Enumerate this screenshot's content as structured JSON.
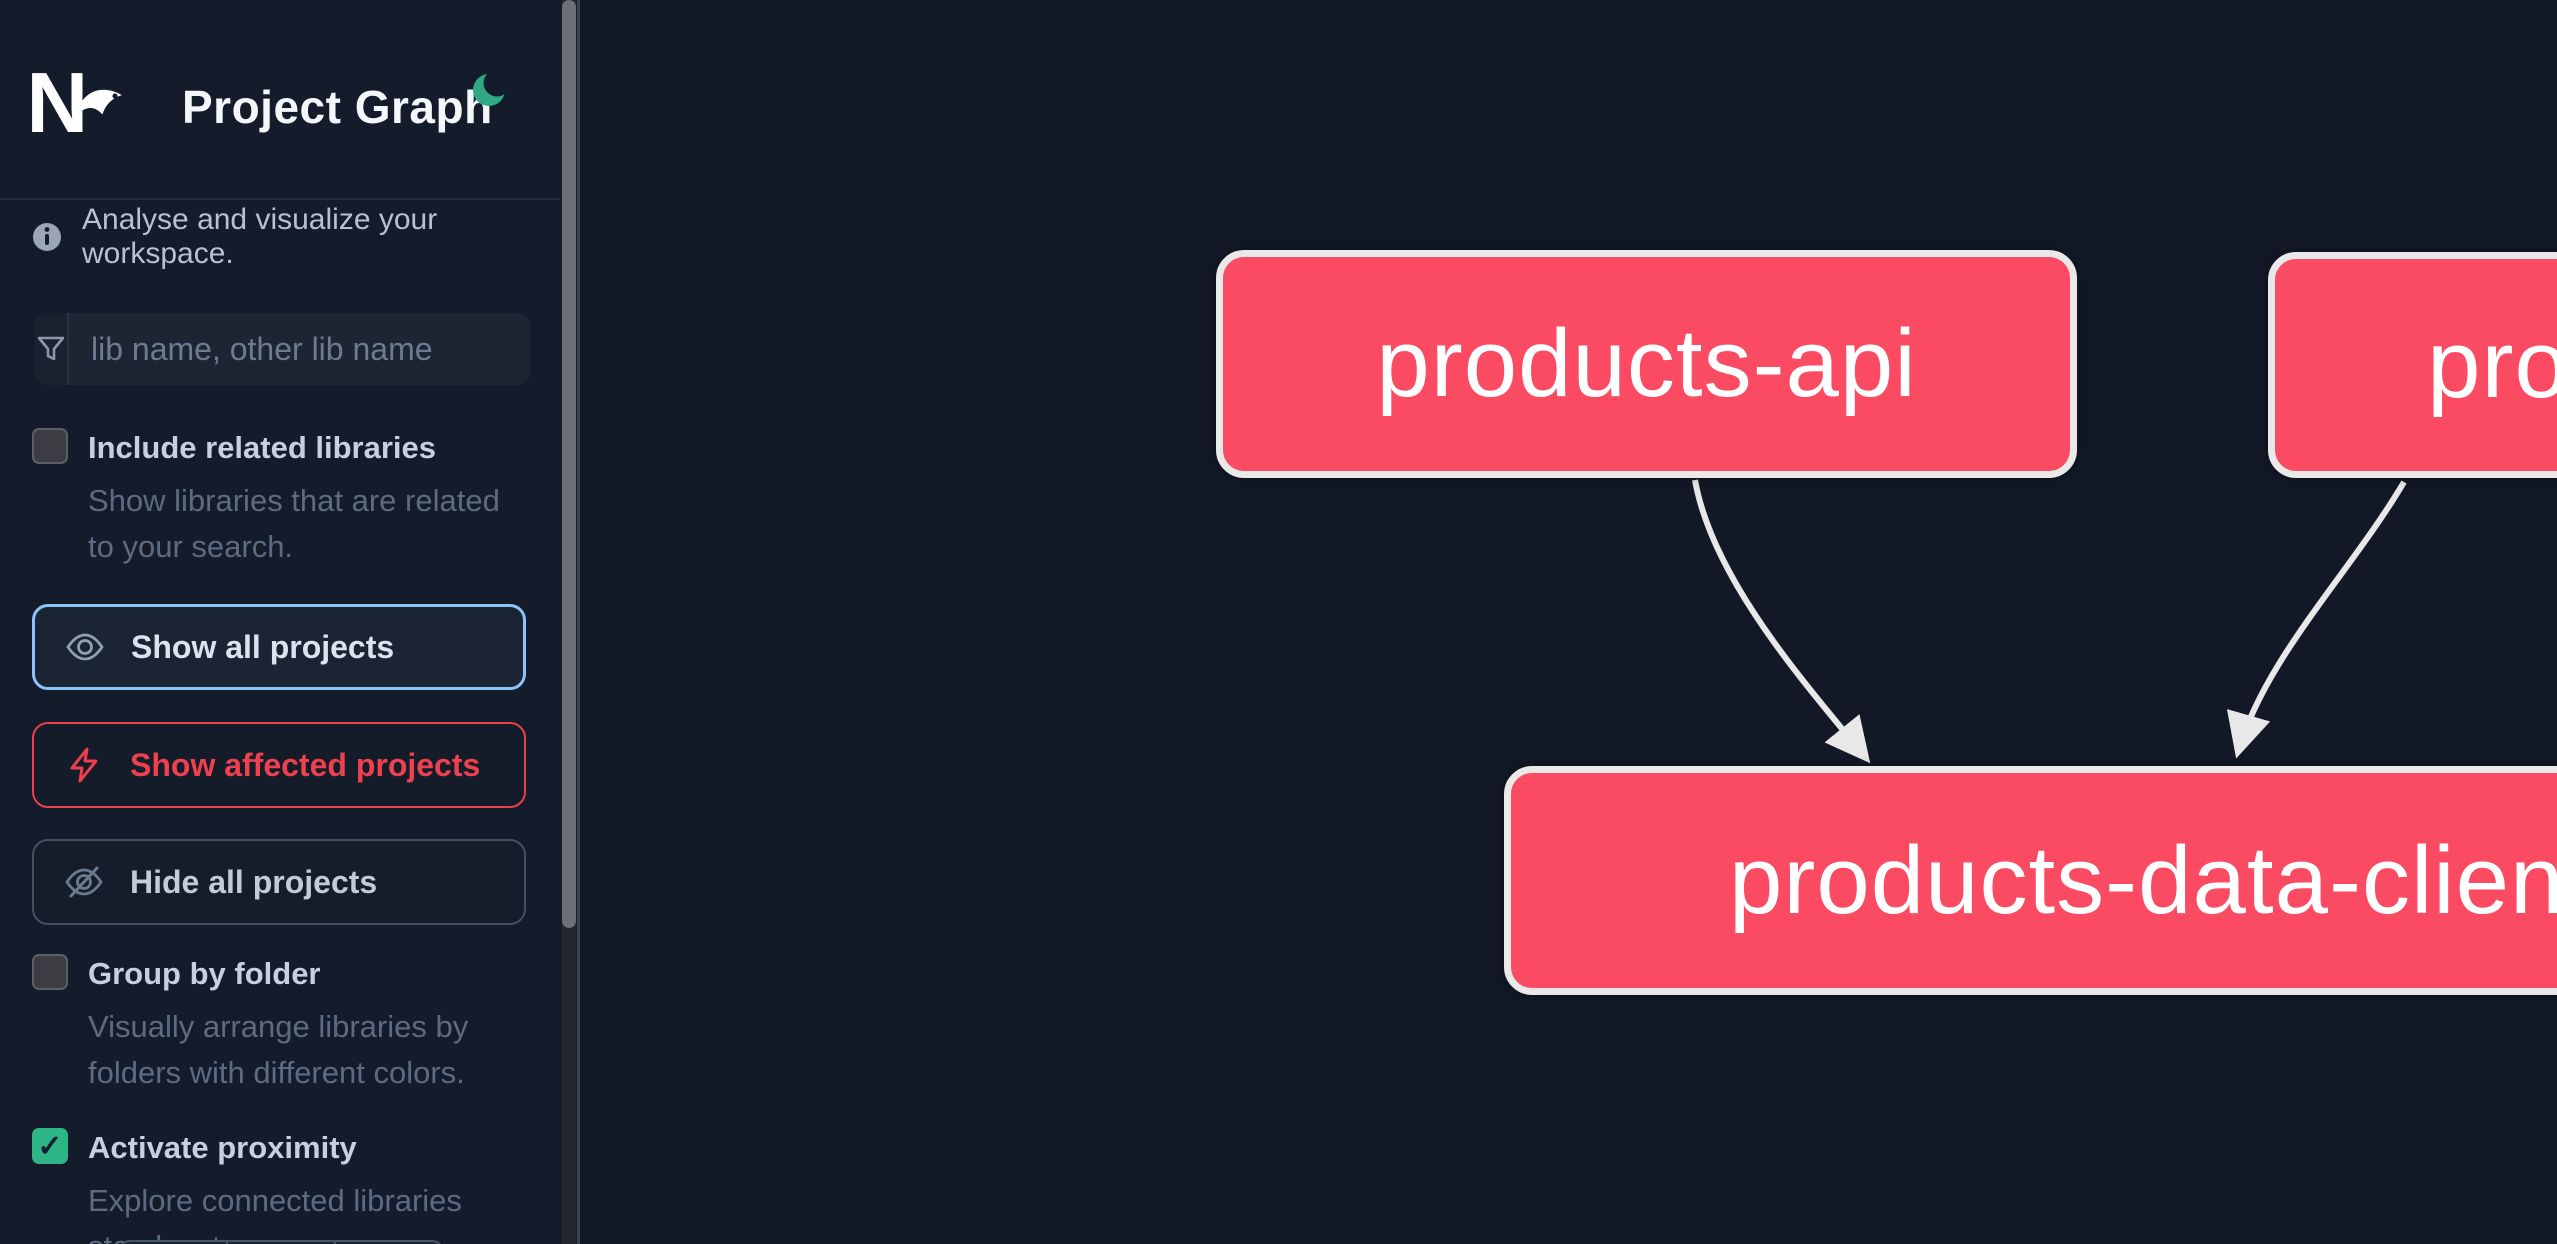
{
  "header": {
    "app": "Nx",
    "title": "Project Graph"
  },
  "sidebar": {
    "tagline": "Analyse and visualize your workspace.",
    "search_placeholder": "lib name, other lib name",
    "include_related": {
      "label": "Include related libraries",
      "description": "Show libraries that are related to your search.",
      "checked": false
    },
    "actions": {
      "show_all": "Show all projects",
      "show_affected": "Show affected projects",
      "hide_all": "Hide all projects"
    },
    "group_by_folder": {
      "label": "Group by folder",
      "description": "Visually arrange libraries by folders with different colors.",
      "checked": false
    },
    "activate_proximity": {
      "label": "Activate proximity",
      "description": "Explore connected libraries step by step.",
      "checked": true
    }
  },
  "graph": {
    "nodes": [
      {
        "id": "products-api",
        "label": "products-api"
      },
      {
        "id": "products-cli",
        "label": "products-cli"
      },
      {
        "id": "products-data-client",
        "label": "products-data-client"
      }
    ],
    "edges": [
      {
        "source": "products-api",
        "target": "products-data-client"
      },
      {
        "source": "products-cli",
        "target": "products-data-client"
      }
    ]
  },
  "colors": {
    "node_fill": "#fb4b63",
    "node_border": "#e9e9e9",
    "accent_green": "#2eb586",
    "affected_red": "#ee3f4c",
    "focus_blue": "#8cc3f8",
    "background": "#121826"
  }
}
